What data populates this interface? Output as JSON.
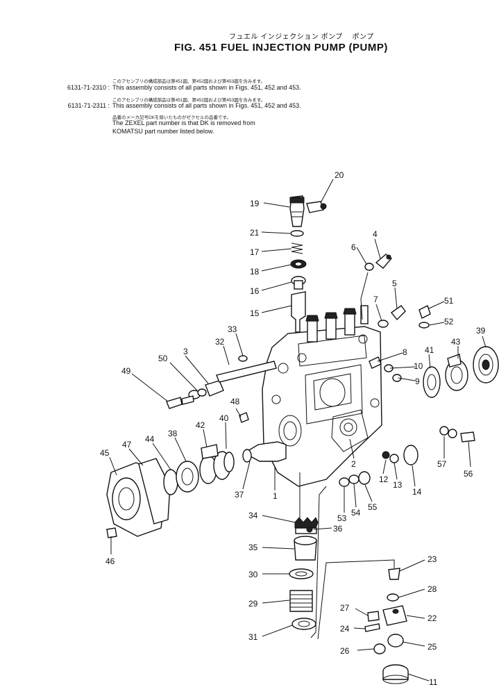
{
  "header": {
    "japanese_title": "フュエル インジェクション ポンプ　 ポンプ",
    "figure_title": "FIG. 451   FUEL  INJECTION  PUMP  (PUMP)"
  },
  "notes": [
    {
      "jp": "このアセンブリの構成部品は第451図、第452図および第453図を含みます。",
      "part_number": "6131-71-2310 :",
      "text": "This assembly consists of all parts shown in Figs. 451, 452 and 453."
    },
    {
      "jp": "このアセンブリの構成部品は第451図、第452図および第453図を含みます。",
      "part_number": "6131-71-2311 :",
      "text": "This assembly consists of all parts shown in Figs. 451, 452 and 453."
    },
    {
      "jp": "品番のメーカ記号DKを除いたものがゼクセルの品番です。",
      "part_number": "",
      "text": "The ZEXEL part number is that DK is removed from"
    },
    {
      "jp": "",
      "part_number": "",
      "text": "KOMATSU part number listed below."
    }
  ],
  "callouts": [
    "1",
    "2",
    "3",
    "4",
    "5",
    "6",
    "7",
    "8",
    "9",
    "10",
    "11",
    "12",
    "13",
    "14",
    "15",
    "16",
    "17",
    "18",
    "19",
    "20",
    "21",
    "22",
    "23",
    "24",
    "25",
    "26",
    "27",
    "28",
    "29",
    "30",
    "31",
    "32",
    "33",
    "34",
    "35",
    "36",
    "37",
    "38",
    "39",
    "40",
    "41",
    "42",
    "43",
    "44",
    "45",
    "46",
    "47",
    "48",
    "49",
    "50",
    "51",
    "52",
    "53",
    "54",
    "55",
    "56",
    "57"
  ]
}
